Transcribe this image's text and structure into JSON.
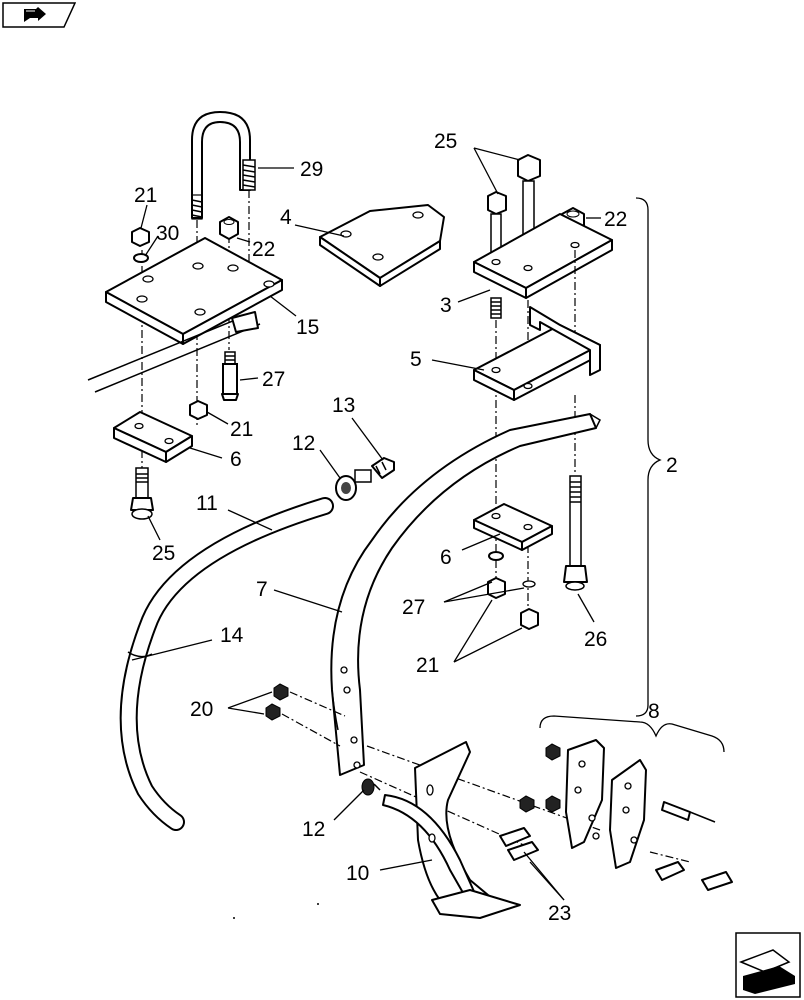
{
  "callouts": {
    "c29": "29",
    "c21a": "21",
    "c30": "30",
    "c4": "4",
    "c22a": "22",
    "c15": "15",
    "c27a": "27",
    "c21b": "21",
    "c13": "13",
    "c12a": "12",
    "c6a": "6",
    "c11": "11",
    "c25a": "25",
    "c25b": "25",
    "c22b": "22",
    "c3": "3",
    "c5": "5",
    "c2": "2",
    "c6b": "6",
    "c27b": "27",
    "c26": "26",
    "c7": "7",
    "c21c": "21",
    "c14": "14",
    "c20": "20",
    "c8": "8",
    "c12b": "12",
    "c10": "10",
    "c23": "23"
  },
  "icons": {
    "top_left": "book-arrow-icon",
    "bottom_right": "next-page-arrow-icon"
  }
}
